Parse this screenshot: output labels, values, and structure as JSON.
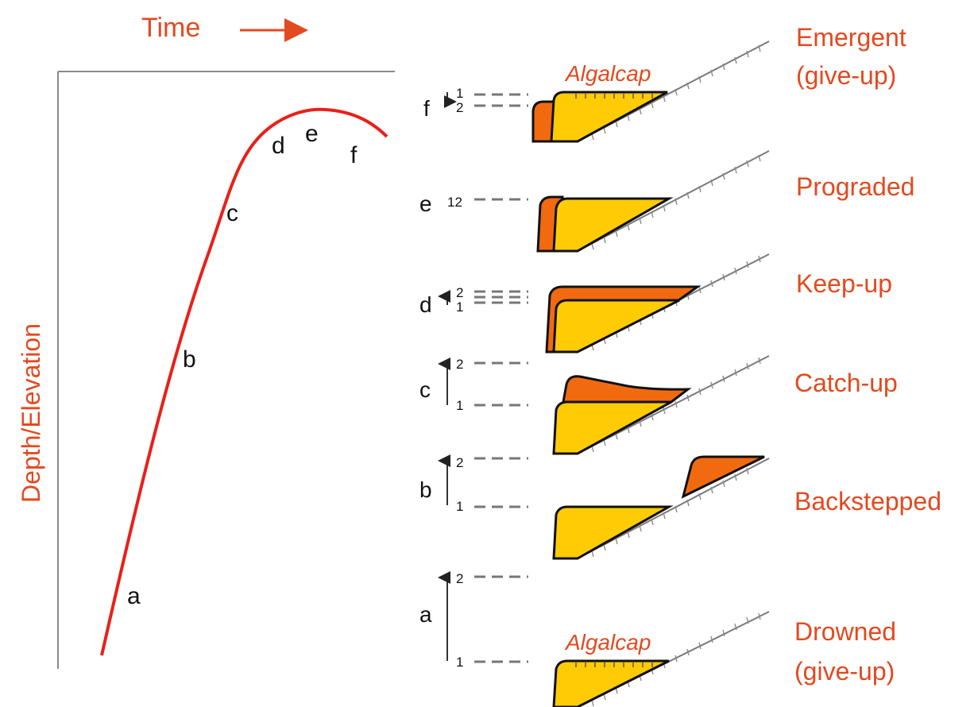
{
  "colors": {
    "accent_red": "#e24a1f",
    "curve_red": "#e8201a",
    "reef_yellow": "#ffcb05",
    "reef_orange": "#f26a10"
  },
  "graph": {
    "time_label": "Time",
    "y_label": "Depth/Elevation",
    "curve_points": [
      "a",
      "b",
      "c",
      "d",
      "e",
      "f"
    ]
  },
  "panels": [
    {
      "key": "f",
      "letter": "f",
      "markers": [
        "1",
        "2"
      ],
      "name_lines": [
        "Emergent",
        "(give-up)"
      ],
      "cap_label": "Algalcap"
    },
    {
      "key": "e",
      "letter": "e",
      "markers": [
        "12"
      ],
      "name_lines": [
        "Prograded"
      ],
      "cap_label": ""
    },
    {
      "key": "d",
      "letter": "d",
      "markers": [
        "2",
        "1"
      ],
      "name_lines": [
        "Keep-up"
      ],
      "cap_label": ""
    },
    {
      "key": "c",
      "letter": "c",
      "markers": [
        "2",
        "1"
      ],
      "name_lines": [
        "Catch-up"
      ],
      "cap_label": ""
    },
    {
      "key": "b",
      "letter": "b",
      "markers": [
        "2",
        "1"
      ],
      "name_lines": [
        "Backstepped"
      ],
      "cap_label": ""
    },
    {
      "key": "a",
      "letter": "a",
      "markers": [
        "2",
        "1"
      ],
      "name_lines": [
        "Drowned",
        "(give-up)"
      ],
      "cap_label": "Algalcap"
    }
  ]
}
